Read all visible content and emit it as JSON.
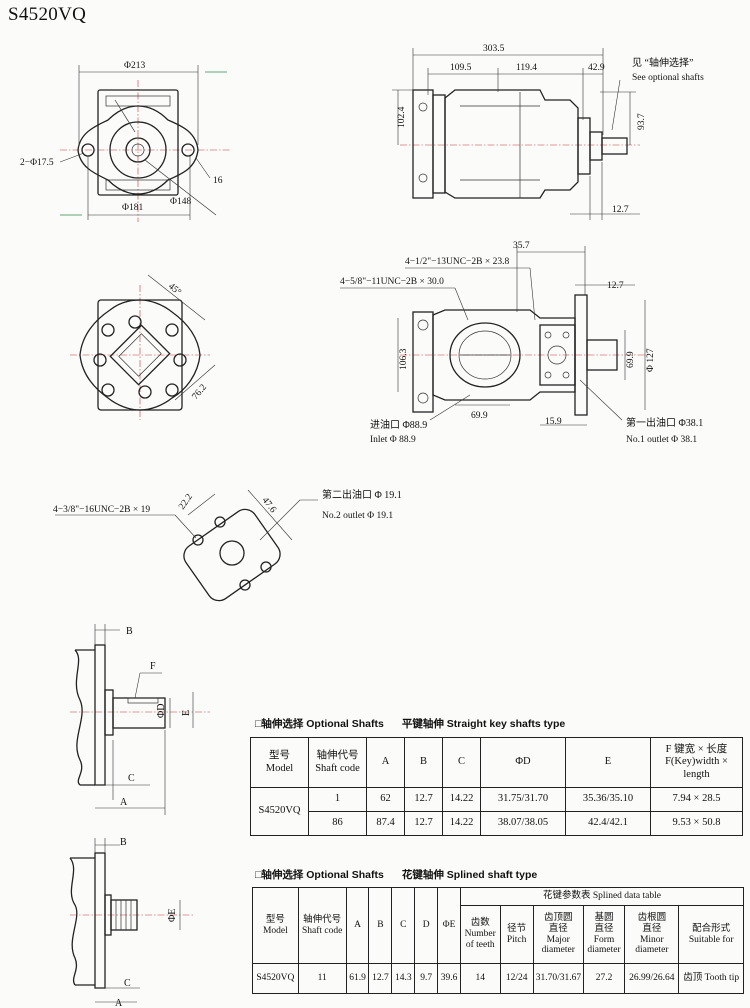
{
  "title": "S4520VQ",
  "dims": {
    "d_phi213": "Φ213",
    "d_2phi175": "2−Φ17.5",
    "d_16": "16",
    "d_phi181": "Φ181",
    "d_phi148": "Φ148",
    "d_3035": "303.5",
    "d_1095": "109.5",
    "d_1194": "119.4",
    "d_429": "42.9",
    "d_1024": "102.4",
    "d_937": "93.7",
    "d_127a": "12.7",
    "d_357": "35.7",
    "d_127b": "12.7",
    "d_4_12": "4−1/2\"−13UNC−2B × 23.8",
    "d_4_58": "4−5/8\"−11UNC−2B × 30.0",
    "d_45": "45°",
    "d_762": "76.2",
    "d_1063": "106.3",
    "d_699a": "69.9",
    "d_699b": "69.9",
    "d_phi127": "Φ 127",
    "d_159": "15.9",
    "d_4_38": "4−3/8\"−16UNC−2B × 19",
    "d_222": "22.2",
    "d_476": "47.6",
    "shaft_B": "B",
    "shaft_F": "F",
    "shaft_D": "ΦD",
    "shaft_E": "E",
    "shaft_C": "C",
    "shaft_A": "A",
    "sp_B": "B",
    "sp_E": "ΦE",
    "sp_C": "C",
    "sp_A": "A"
  },
  "callouts": {
    "optional_cn": "见 “轴伸选择”",
    "optional_en": "See optional shafts",
    "inlet_cn": "进油口 Φ88.9",
    "inlet_en": "Inlet Φ 88.9",
    "out1_cn": "第一出油口 Φ38.1",
    "out1_en": "No.1 outlet Φ 38.1",
    "out2_cn": "第二出油口 Φ 19.1",
    "out2_en": "No.2 outlet Φ 19.1"
  },
  "key_table": {
    "section_cn": "□轴伸选择 Optional Shafts",
    "section_sub": "平键轴伸 Straight key shafts type",
    "headers": {
      "model": "型号",
      "model_en": "Model",
      "code": "轴伸代号",
      "code_en": "Shaft code",
      "a": "A",
      "b": "B",
      "c": "C",
      "d": "ΦD",
      "e": "E",
      "f": "F 键宽 × 长度",
      "f_en": "F(Key)width × length"
    },
    "model": "S4520VQ",
    "rows": [
      {
        "code": "1",
        "a": "62",
        "b": "12.7",
        "c": "14.22",
        "d": "31.75/31.70",
        "e": "35.36/35.10",
        "f": "7.94 × 28.5"
      },
      {
        "code": "86",
        "a": "87.4",
        "b": "12.7",
        "c": "14.22",
        "d": "38.07/38.05",
        "e": "42.4/42.1",
        "f": "9.53 × 50.8"
      }
    ]
  },
  "spline_table": {
    "section_cn": "□轴伸选择 Optional Shafts",
    "section_sub": "花键轴伸 Splined shaft type",
    "group_header": "花键参数表 Splined data table",
    "headers": {
      "model": "型号",
      "model_en": "Model",
      "code": "轴伸代号",
      "code_en": "Shaft code",
      "a": "A",
      "b": "B",
      "c": "C",
      "d": "D",
      "e": "ΦE",
      "teeth": "齿数",
      "teeth_en1": "Number",
      "teeth_en2": "of teeth",
      "pitch": "径节",
      "pitch_en": "Pitch",
      "major": "齿顶圆",
      "major2": "直径",
      "major_en1": "Major",
      "major_en2": "diameter",
      "form": "基圆",
      "form2": "直径",
      "form_en1": "Form",
      "form_en2": "diameter",
      "minor": "齿根圆",
      "minor2": "直径",
      "minor_en1": "Minor",
      "minor_en2": "diameter",
      "suit": "配合形式",
      "suit_en": "Suitable for"
    },
    "row": {
      "model": "S4520VQ",
      "code": "11",
      "a": "61.9",
      "b": "12.7",
      "c": "14.3",
      "d": "9.7",
      "e": "39.6",
      "teeth": "14",
      "pitch": "12/24",
      "major": "31.70/31.67",
      "form": "27.2",
      "minor": "26.99/26.64",
      "suit": "齿顶 Tooth tip"
    }
  }
}
